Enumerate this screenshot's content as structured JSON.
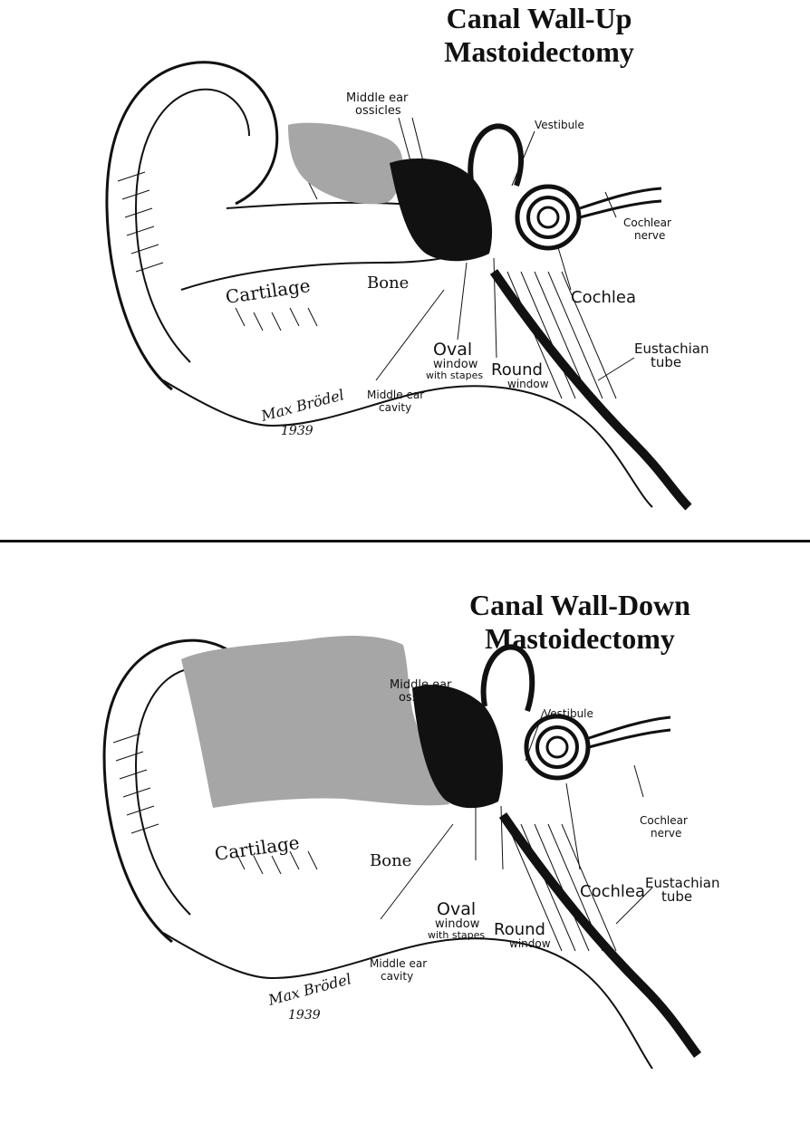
{
  "panels": [
    {
      "title_line1": "Canal Wall-Up",
      "title_line2": "Mastoidectomy",
      "labels": {
        "ossicles_1": "Middle ear",
        "ossicles_2": "ossicles",
        "vestibule": "Vestibule",
        "cochlear_nerve_1": "Cochlear",
        "cochlear_nerve_2": "nerve",
        "cochlea": "Cochlea",
        "cartilage": "Cartilage",
        "bone": "Bone",
        "oval_1": "Oval",
        "oval_2": "window",
        "oval_3": "with stapes",
        "round_1": "Round",
        "round_2": "window",
        "eustachian_1": "Eustachian",
        "eustachian_2": "tube",
        "cavity_1": "Middle ear",
        "cavity_2": "cavity",
        "signature": "Max Brödel",
        "year": "1939"
      }
    },
    {
      "title_line1": "Canal Wall-Down",
      "title_line2": "Mastoidectomy",
      "labels": {
        "ossicles_1": "Middle ear",
        "ossicles_2": "ossicles",
        "vestibule": "Vestibule",
        "cochlear_nerve_1": "Cochlear",
        "cochlear_nerve_2": "nerve",
        "cochlea": "Cochlea",
        "cartilage": "Cartilage",
        "bone": "Bone",
        "oval_1": "Oval",
        "oval_2": "window",
        "oval_3": "with stapes",
        "round_1": "Round",
        "round_2": "window",
        "eustachian_1": "Eustachian",
        "eustachian_2": "tube",
        "cavity_1": "Middle ear",
        "cavity_2": "cavity",
        "signature": "Max Brödel",
        "year": "1939"
      }
    }
  ],
  "colors": {
    "ink": "#111111",
    "removed_bone": "#a6a6a6",
    "paper": "#ffffff"
  }
}
